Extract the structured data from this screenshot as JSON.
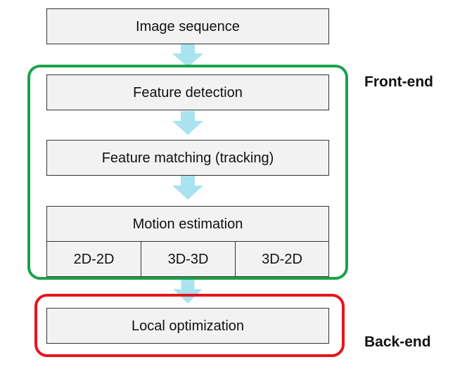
{
  "colors": {
    "box_fill": "#f2f2f2",
    "box_border": "#333333",
    "arrow": "#a9e3ef",
    "front_end_frame": "#1aa24a",
    "back_end_frame": "#e8141b"
  },
  "steps": {
    "image_sequence": "Image sequence",
    "feature_detection": "Feature detection",
    "feature_matching": "Feature matching (tracking)",
    "motion_estimation": "Motion estimation",
    "local_optimization": "Local optimization"
  },
  "motion_estimation_methods": [
    "2D-2D",
    "3D-3D",
    "3D-2D"
  ],
  "groups": {
    "front_end": "Front-end",
    "back_end": "Back-end"
  }
}
